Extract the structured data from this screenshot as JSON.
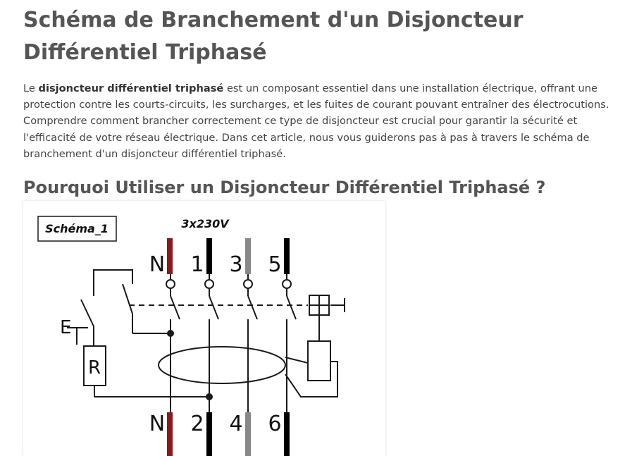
{
  "article": {
    "title": "Schéma de Branchement d'un Disjoncteur Différentiel Triphasé",
    "intro": {
      "lead": "Le ",
      "bold": "disjoncteur différentiel triphasé",
      "rest": " est un composant essentiel dans une installation électrique, offrant une protection contre les courts-circuits, les surcharges, et les fuites de courant pouvant entraîner des électrocutions. Comprendre comment brancher correctement ce type de disjoncteur est crucial pour garantir la sécurité et l'efficacité de votre réseau électrique. Dans cet article, nous vous guiderons pas à pas à travers le schéma de branchement d'un disjoncteur différentiel triphasé."
    },
    "section_heading": "Pourquoi Utiliser un Disjoncteur Différentiel Triphasé ?"
  },
  "diagram": {
    "box_label": "Schéma_1",
    "supply_label": "3x230V",
    "top_terminals": [
      "N",
      "1",
      "3",
      "5"
    ],
    "bottom_terminals": [
      "N",
      "2",
      "4",
      "6"
    ],
    "test_label": "E",
    "resistor_label": "R",
    "colors": {
      "neutral": "#8b1a1a",
      "phase_1": "#000000",
      "phase_2": "#888888",
      "line": "#1a1a1a"
    }
  }
}
